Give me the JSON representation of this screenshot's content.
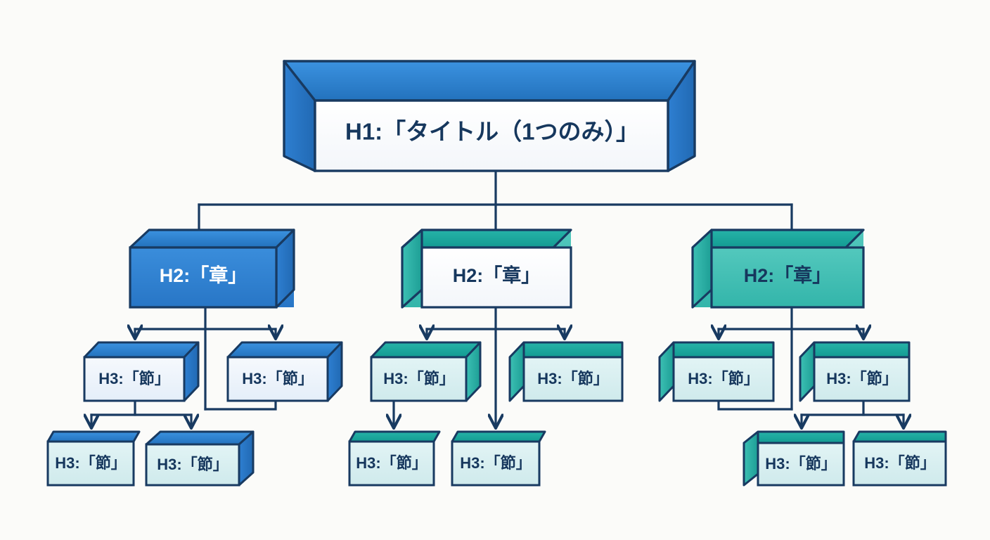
{
  "diagram": {
    "title": "Heading hierarchy tree (H1 / H2 / H3)",
    "background_color": "#fbfbf9",
    "line_color": "#183a61",
    "palette": {
      "blue_face": "#2e7fd1",
      "blue_top": "#2f86dd",
      "blue_side": "#2775c4",
      "teal_face": "#3dbfb4",
      "teal_top": "#18a79c",
      "teal_side": "#2bb3a8",
      "light_blue_face": "#eef4fb",
      "light_teal_face": "#d2eef0",
      "white_face": "#fbfcfd",
      "text_dark": "#16375d",
      "text_light": "#ffffff"
    },
    "nodes": {
      "h1": {
        "id": "h1",
        "label": "H1:「タイトル（1つのみ）」",
        "level": "H1"
      },
      "h2": [
        {
          "id": "h2-1",
          "label": "H2:「章」",
          "level": "H2",
          "style": "solid-blue"
        },
        {
          "id": "h2-2",
          "label": "H2:「章」",
          "level": "H2",
          "style": "white-teal"
        },
        {
          "id": "h2-3",
          "label": "H2:「章」",
          "level": "H2",
          "style": "solid-teal"
        }
      ],
      "h3": [
        {
          "id": "h3-1",
          "label": "H3:「節」",
          "level": "H3",
          "group": "left",
          "row": "upper"
        },
        {
          "id": "h3-2",
          "label": "H3:「節」",
          "level": "H3",
          "group": "left",
          "row": "upper"
        },
        {
          "id": "h3-3",
          "label": "H3:「節」",
          "level": "H3",
          "group": "left",
          "row": "lower"
        },
        {
          "id": "h3-4",
          "label": "H3:「節」",
          "level": "H3",
          "group": "left",
          "row": "lower"
        },
        {
          "id": "h3-5",
          "label": "H3:「節」",
          "level": "H3",
          "group": "middle",
          "row": "upper"
        },
        {
          "id": "h3-6",
          "label": "H3:「節」",
          "level": "H3",
          "group": "middle",
          "row": "upper"
        },
        {
          "id": "h3-7",
          "label": "H3:「節」",
          "level": "H3",
          "group": "middle",
          "row": "lower"
        },
        {
          "id": "h3-8",
          "label": "H3:「節」",
          "level": "H3",
          "group": "middle",
          "row": "lower"
        },
        {
          "id": "h3-9",
          "label": "H3:「節」",
          "level": "H3",
          "group": "right",
          "row": "upper"
        },
        {
          "id": "h3-10",
          "label": "H3:「節」",
          "level": "H3",
          "group": "right",
          "row": "upper"
        },
        {
          "id": "h3-11",
          "label": "H3:「節」",
          "level": "H3",
          "group": "right",
          "row": "lower"
        },
        {
          "id": "h3-12",
          "label": "H3:「節」",
          "level": "H3",
          "group": "right",
          "row": "lower"
        }
      ]
    }
  }
}
